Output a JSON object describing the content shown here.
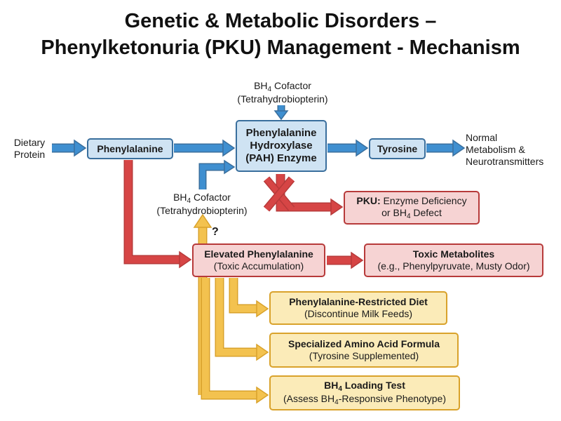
{
  "title": {
    "line1": "Genetic & Metabolic Disorders –",
    "line2": "Phenylketonuria (PKU) Management - Mechanism"
  },
  "nodes": {
    "dietary_protein": {
      "line1": "Dietary",
      "line2": "Protein"
    },
    "phenylalanine": {
      "label": "Phenylalanine"
    },
    "pah_enzyme": {
      "line1": "Phenylalanine",
      "line2": "Hydroxylase",
      "line3": "(PAH) Enzyme"
    },
    "tyrosine": {
      "label": "Tyrosine"
    },
    "normal_metabolism": {
      "line1": "Normal",
      "line2": "Metabolism &",
      "line3": "Neurotransmitters"
    },
    "bh4_top": {
      "prefix": "BH",
      "sub": "4",
      "suffix": " Cofactor",
      "line2": "(Tetrahydrobiopterin)"
    },
    "bh4_mid": {
      "prefix": "BH",
      "sub": "4",
      "suffix": " Cofactor",
      "line2": "(Tetrahydrobiopterin)"
    },
    "question": {
      "label": "?"
    },
    "pku": {
      "bold": "PKU:",
      "rest": " Enzyme Deficiency",
      "line2_prefix": "or BH",
      "line2_sub": "4",
      "line2_suffix": " Defect"
    },
    "elevated_phe": {
      "line1": "Elevated Phenylalanine",
      "line2": "(Toxic Accumulation)"
    },
    "toxic_metabolites": {
      "line1": "Toxic Metabolites",
      "line2": "(e.g., Phenylpyruvate, Musty Odor)"
    },
    "diet": {
      "line1": "Phenylalanine-Restricted Diet",
      "line2": "(Discontinue Milk Feeds)"
    },
    "formula": {
      "line1": "Specialized Amino Acid Formula",
      "line2": "(Tyrosine Supplemented)"
    },
    "bh4_test": {
      "line1_prefix": "BH",
      "line1_sub": "4",
      "line1_suffix": " Loading Test",
      "line2_prefix": "(Assess BH",
      "line2_sub": "4",
      "line2_suffix": "-Responsive Phenotype)"
    }
  },
  "colors": {
    "blue_fill": "#cfe3f3",
    "blue_border": "#3a6f9d",
    "blue_arrow": "#3f8fd0",
    "red_fill": "#f6d3d3",
    "red_border": "#b73a3a",
    "red_arrow": "#d64545",
    "yellow_fill": "#fbebb8",
    "yellow_border": "#d9a22b",
    "yellow_arrow": "#f3c24f"
  }
}
